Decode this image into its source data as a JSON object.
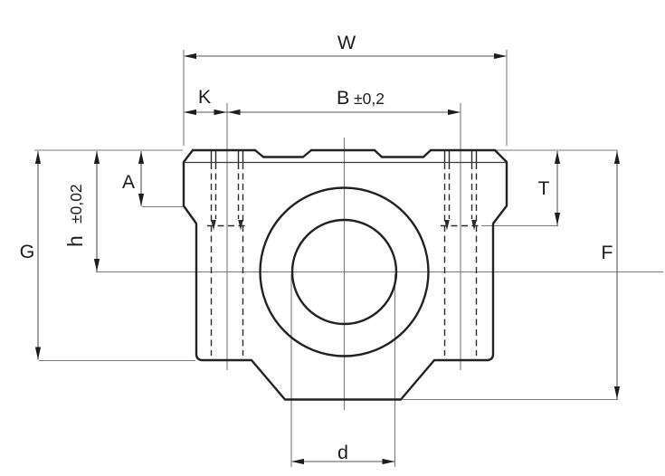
{
  "drawing": {
    "kind": "technical dimension drawing",
    "view": "bearing-block front view",
    "background_color": "#ffffff",
    "outline_color": "#222222",
    "extension_line_color": "#7a7a7a",
    "dimension_line_color": "#555555",
    "text_color": "#1d1d1d"
  },
  "dimensions": {
    "W": {
      "label": "W"
    },
    "K": {
      "label": "K"
    },
    "B": {
      "label": "B",
      "tolerance": "±0,2"
    },
    "A": {
      "label": "A"
    },
    "h": {
      "label": "h",
      "tolerance": "±0,02"
    },
    "G": {
      "label": "G"
    },
    "T": {
      "label": "T"
    },
    "F": {
      "label": "F"
    },
    "d": {
      "label": "d"
    }
  }
}
